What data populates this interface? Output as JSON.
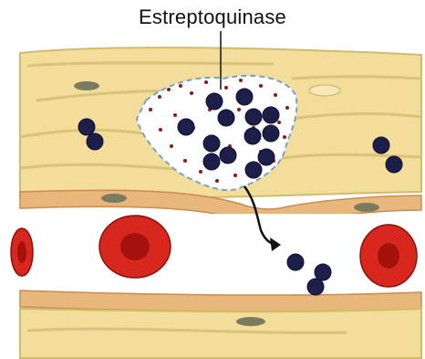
{
  "diagram": {
    "label": "Estreptoquinase",
    "colors": {
      "tissue": "#f2dd9a",
      "tissue_fiber": "#d8be6e",
      "vessel_wall": "#e8b77b",
      "vessel_lumen": "#ffffff",
      "red_cell": "#d8281e",
      "red_cell_center": "#a5120e",
      "leukocyte": "#1d1f4a",
      "nucleus": "#7b7b5f",
      "enzyme_dots": "#8b1a1a",
      "arrow": "#111111"
    },
    "icons": {
      "leukocyte": "dark-blue-cell",
      "erythrocyte": "red-blood-cell",
      "enzyme": "dot-cluster",
      "migration": "curved-arrow"
    }
  }
}
